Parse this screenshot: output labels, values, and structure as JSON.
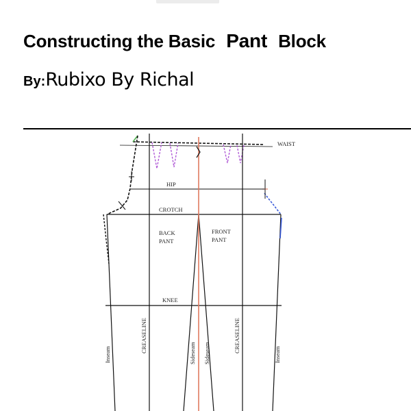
{
  "document": {
    "title_part1": "Constructing the Basic",
    "title_part2": "Pant",
    "title_part3": "Block",
    "by_label": "By:",
    "author": "Rubixo By Richal"
  },
  "pattern": {
    "labels": {
      "waist": "WAIST",
      "hip": "HIP",
      "crotch": "CROTCH",
      "back_pant_1": "BACK",
      "back_pant_2": "PANT",
      "front_pant_1": "FRONT",
      "front_pant_2": "PANT",
      "knee": "KNEE",
      "creaseline_left": "CREASELINE",
      "creaseline_right": "CREASELINE",
      "inseam_left": "Inseam",
      "inseam_right": "Inseam",
      "sideseam_left": "Sideseam",
      "sideseam_right": "Sideseam"
    },
    "colors": {
      "line": "#111111",
      "center": "#e07a5f",
      "back_rise": "#5cb85c",
      "darts": "#b05ad6",
      "front_rise": "#3a5bd9"
    }
  }
}
